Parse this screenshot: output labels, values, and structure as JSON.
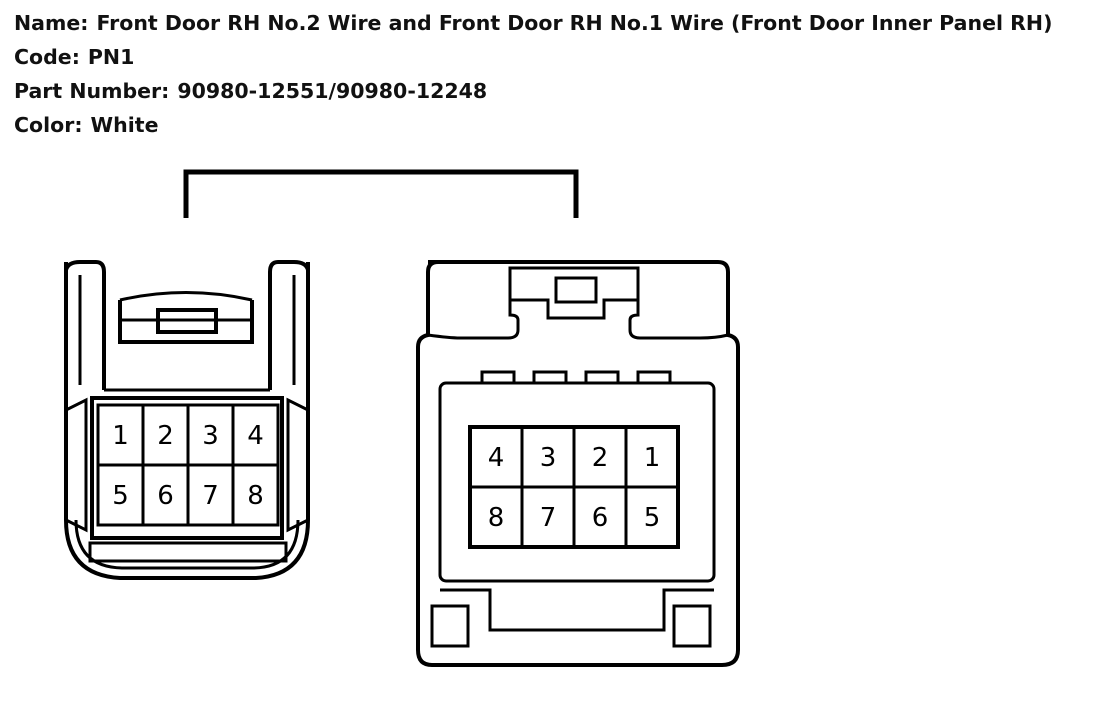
{
  "info": {
    "name_label": "Name:",
    "name_value": "Front Door RH No.2 Wire and Front Door RH No.1 Wire (Front Door Inner Panel RH)",
    "code_label": "Code:",
    "code_value": "PN1",
    "part_label": "Part Number:",
    "part_value": "90980-12551/90980-12248",
    "color_label": "Color:",
    "color_value": "White"
  },
  "left_connector": {
    "top_row": [
      "1",
      "2",
      "3",
      "4"
    ],
    "bottom_row": [
      "5",
      "6",
      "7",
      "8"
    ]
  },
  "right_connector": {
    "top_row": [
      "4",
      "3",
      "2",
      "1"
    ],
    "bottom_row": [
      "8",
      "7",
      "6",
      "5"
    ]
  }
}
